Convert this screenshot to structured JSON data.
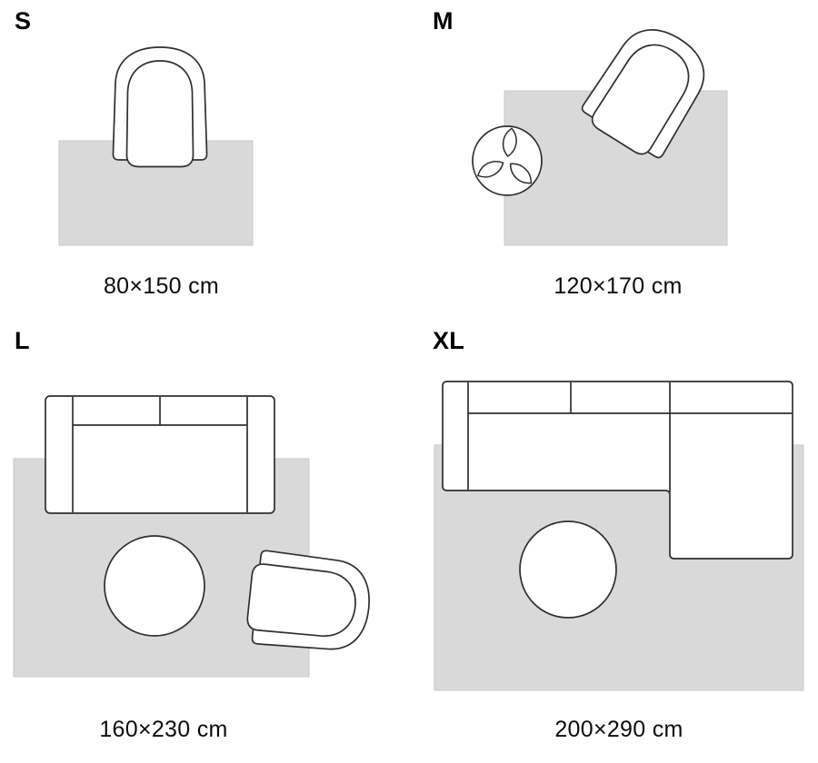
{
  "theme": {
    "background": "#ffffff",
    "rug_fill": "#d9d9d9",
    "rug_stroke": "#c9c9c9",
    "line_color": "#2f2f2f",
    "text_color": "#0c0c0c"
  },
  "sizes": [
    {
      "label": "S",
      "dimensions": "80×150 cm",
      "furniture": [
        "armchair"
      ]
    },
    {
      "label": "M",
      "dimensions": "120×170 cm",
      "furniture": [
        "armchair",
        "plant"
      ]
    },
    {
      "label": "L",
      "dimensions": "160×230 cm",
      "furniture": [
        "sofa",
        "coffee-table",
        "armchair"
      ]
    },
    {
      "label": "XL",
      "dimensions": "200×290 cm",
      "furniture": [
        "corner-sofa",
        "coffee-table"
      ]
    }
  ]
}
